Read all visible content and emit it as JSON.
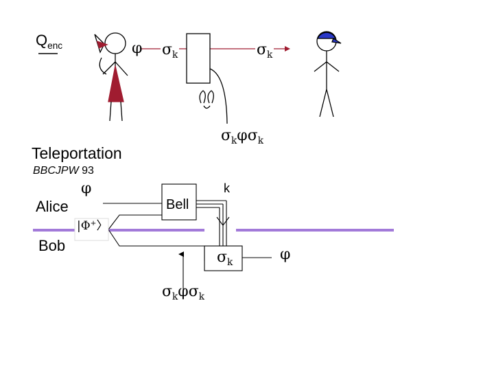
{
  "title": "Teleportation",
  "citation": {
    "authors": "BBCJPW",
    "year": "93"
  },
  "upper": {
    "q_enc": {
      "main": "Q",
      "sub": "enc"
    },
    "phi": "φ",
    "sigma_left": {
      "main": "σ",
      "sub": "k"
    },
    "sigma_right": {
      "main": "σ",
      "sub": "k"
    },
    "eve_sees": {
      "s1": "σ",
      "k1": "k",
      "phi": "φ",
      "s2": "σ",
      "k2": "k"
    }
  },
  "lower": {
    "phi": "φ",
    "alice": "Alice",
    "bob": "Bob",
    "bell": "Bell",
    "k": "k",
    "bell_pair": {
      "left": "|",
      "core": "Φ",
      "sup": "+",
      "right": "〉"
    },
    "correction": {
      "main": "σ",
      "sub": "k"
    },
    "phi_out": "φ",
    "bob_state": {
      "s1": "σ",
      "k1": "k",
      "phi": "φ",
      "s2": "σ",
      "k2": "k"
    }
  },
  "colors": {
    "alice_dress": "#a01c30",
    "bob_cap": "#2a38c8",
    "divider": "#a27ad9",
    "channel": "#a01c30"
  },
  "icons": [
    "alice-figure",
    "bob-figure",
    "eavesdropper-icon"
  ]
}
